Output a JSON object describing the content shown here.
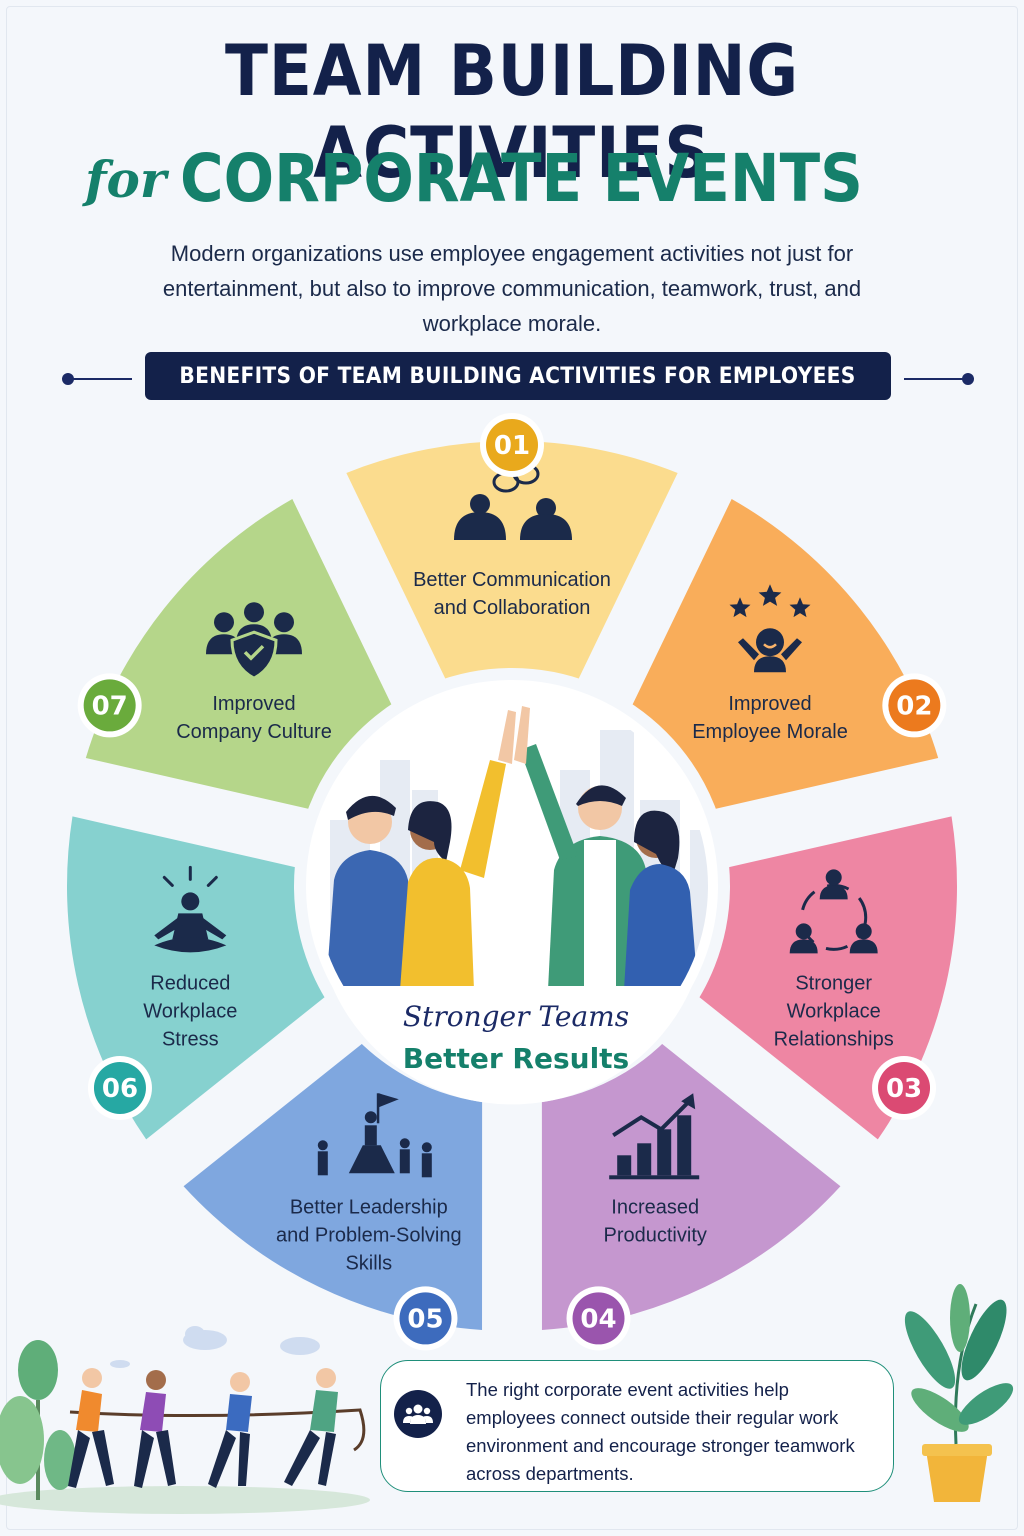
{
  "header": {
    "title_line1": "TEAM BUILDING ACTIVITIES",
    "title_for": "for",
    "title_line2": "CORPORATE EVENTS",
    "intro": "Modern organizations use employee engagement activities not just for entertainment, but also to improve communication, teamwork, trust, and workplace morale."
  },
  "banner": {
    "label": "BENEFITS OF TEAM BUILDING ACTIVITIES FOR EMPLOYEES"
  },
  "benefits": [
    {
      "number": "01",
      "lines": [
        "Better Communication",
        "and Collaboration"
      ],
      "icon": "people-talking-icon",
      "color": "#fbdc8e",
      "badge_color": "#e9a91c"
    },
    {
      "number": "02",
      "lines": [
        "Improved",
        "Employee Morale"
      ],
      "icon": "happy-stars-icon",
      "color": "#f9ad5a",
      "badge_color": "#ec7a1e"
    },
    {
      "number": "03",
      "lines": [
        "Stronger",
        "Workplace",
        "Relationships"
      ],
      "icon": "network-people-icon",
      "color": "#ee86a3",
      "badge_color": "#db4a73"
    },
    {
      "number": "04",
      "lines": [
        "Increased",
        "Productivity"
      ],
      "icon": "growth-chart-icon",
      "color": "#c597cf",
      "badge_color": "#9a55ad"
    },
    {
      "number": "05",
      "lines": [
        "Better Leadership",
        "and Problem-Solving",
        "Skills"
      ],
      "icon": "leader-flag-icon",
      "color": "#7fa7df",
      "badge_color": "#3d6bbd"
    },
    {
      "number": "06",
      "lines": [
        "Reduced",
        "Workplace",
        "Stress"
      ],
      "icon": "meditation-icon",
      "color": "#86d1cf",
      "badge_color": "#26a8a3"
    },
    {
      "number": "07",
      "lines": [
        "Improved",
        "Company Culture"
      ],
      "icon": "team-shield-icon",
      "color": "#b5d68a",
      "badge_color": "#6aab3c"
    }
  ],
  "center": {
    "tagline_italic": "Stronger Teams",
    "tagline_bold": "Better Results"
  },
  "note": {
    "text": "The right corporate event activities help employees connect outside their regular work environment and encourage stronger teamwork across departments."
  },
  "colors": {
    "navy": "#13214a",
    "teal": "#15806b",
    "background": "#f4f7fb"
  }
}
